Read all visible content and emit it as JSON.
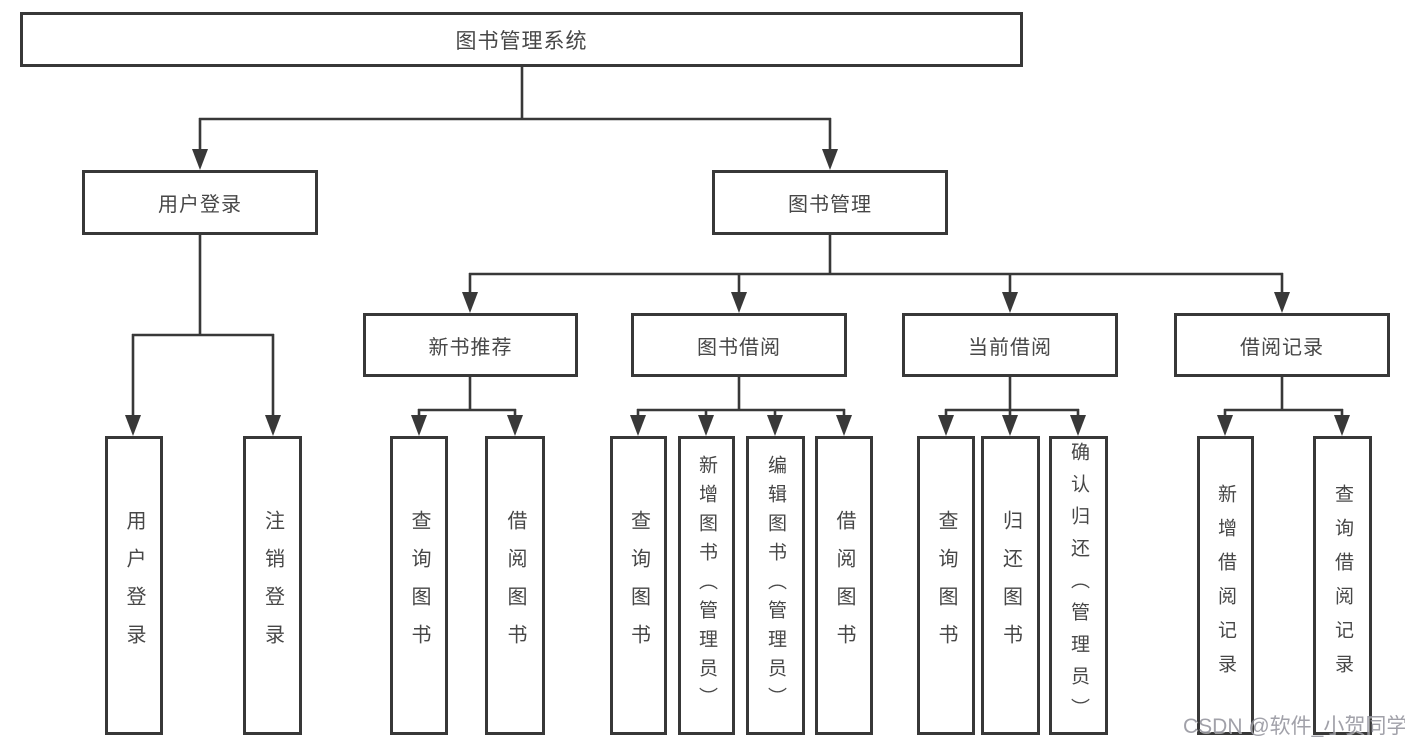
{
  "title": "图书管理系统",
  "watermark": "CSDN @软件_小贺同学",
  "colors": {
    "line": "#383838",
    "text": "#474747",
    "background": "#ffffff",
    "watermark": "#90909a"
  },
  "level2": {
    "user_login": "用户登录",
    "book_management": "图书管理"
  },
  "level3": {
    "new_book_recommend": "新书推荐",
    "book_borrow": "图书借阅",
    "current_borrow": "当前借阅",
    "borrow_records": "借阅记录"
  },
  "level4": {
    "user_login": [
      "用户登录",
      "注销登录"
    ],
    "new_book_recommend": [
      "查询图书",
      "借阅图书"
    ],
    "book_borrow": [
      "查询图书",
      "新增图书（管理员）",
      "编辑图书（管理员）",
      "借阅图书"
    ],
    "current_borrow": [
      "查询图书",
      "归还图书",
      "确认归还（管理员）"
    ],
    "borrow_records": [
      "新增借阅记录",
      "查询借阅记录"
    ]
  }
}
